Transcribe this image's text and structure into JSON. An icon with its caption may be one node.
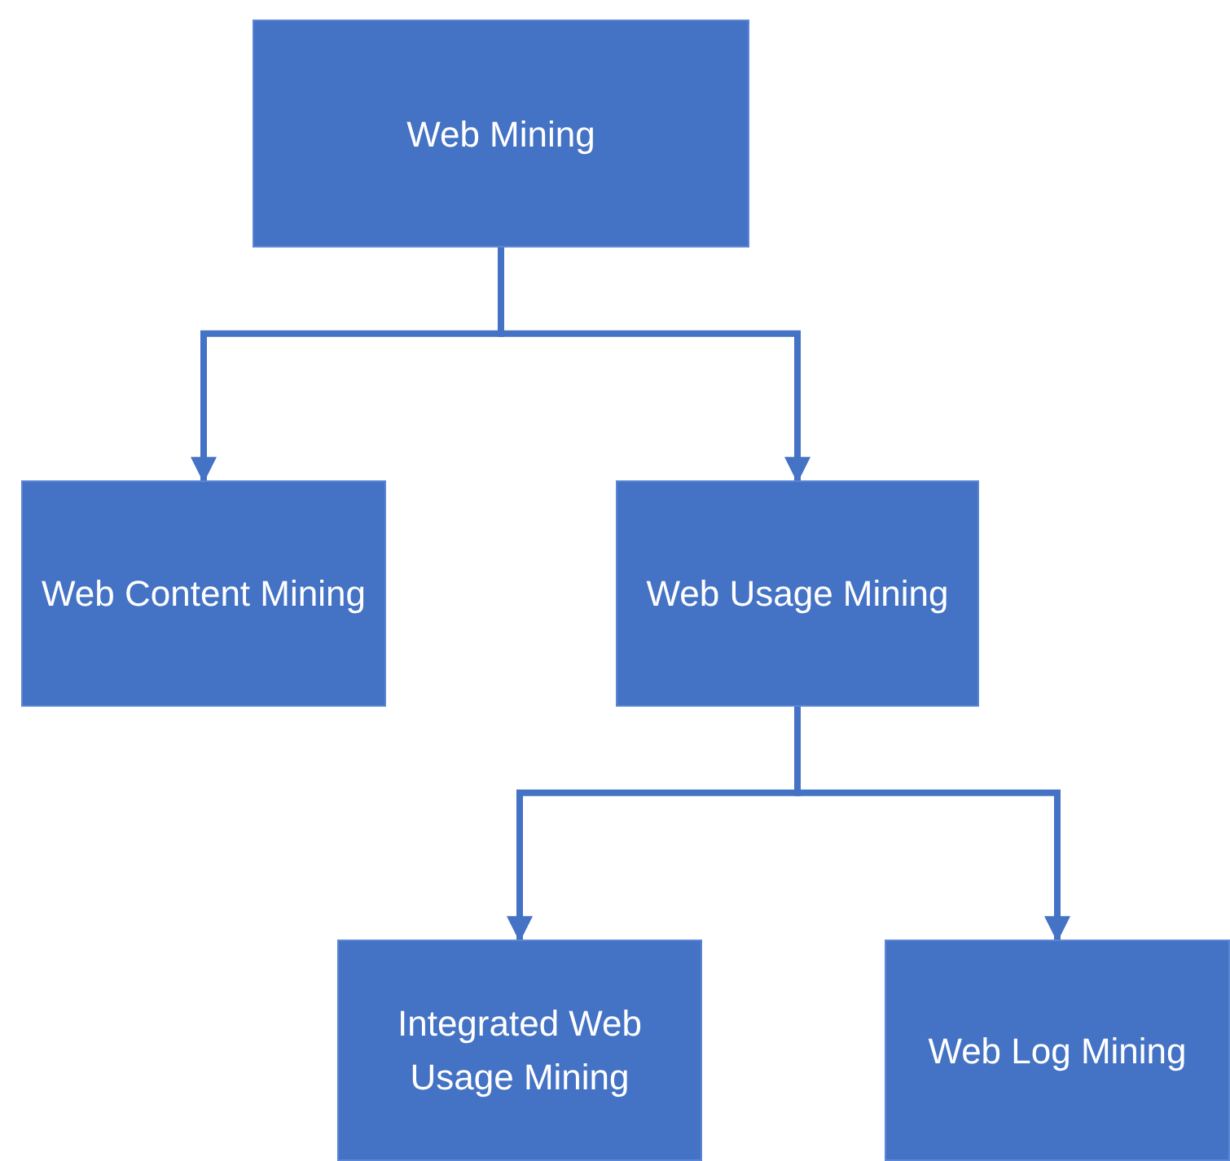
{
  "diagram": {
    "nodes": [
      {
        "text": [
          "Web Mining"
        ]
      },
      {
        "text": [
          "Web Content Mining"
        ]
      },
      {
        "text": [
          "Web Usage Mining"
        ]
      },
      {
        "text": [
          "Integrated Web Usage Mining"
        ]
      },
      {
        "text": [
          "Web Log Mining"
        ]
      }
    ],
    "edges": [
      {
        "from": 0,
        "to": 1,
        "arrow": "to"
      },
      {
        "from": 0,
        "to": 2,
        "arrow": "to"
      },
      {
        "from": 2,
        "to": 3,
        "arrow": "to"
      },
      {
        "from": 2,
        "to": 4,
        "arrow": "to"
      }
    ]
  }
}
